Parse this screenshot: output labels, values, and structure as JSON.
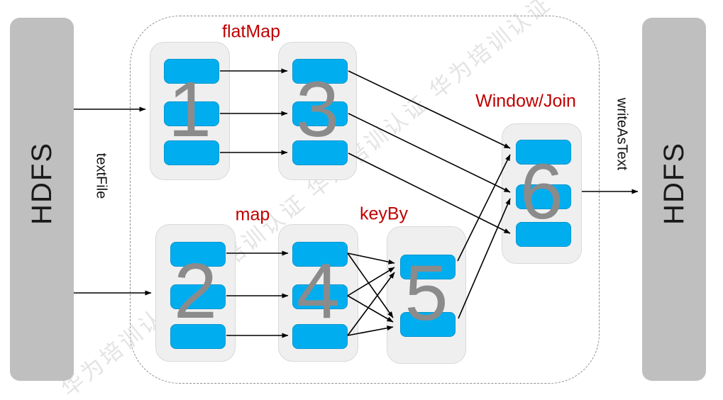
{
  "watermark": {
    "text": "华为培训认证  华为培训认证  华为培训认证  华为培训认证"
  },
  "storage": {
    "source_label": "HDFS",
    "sink_label": "HDFS"
  },
  "edge_labels": {
    "input": "textFile",
    "output": "writeAsText"
  },
  "operator_labels": {
    "flatmap": "flatMap",
    "map": "map",
    "keyby": "keyBy",
    "window_join": "Window/Join"
  },
  "tasks": [
    {
      "number": "1"
    },
    {
      "number": "2"
    },
    {
      "number": "3"
    },
    {
      "number": "4"
    },
    {
      "number": "5"
    },
    {
      "number": "6"
    }
  ],
  "colors": {
    "task_fill": "#00AEEF",
    "container_fill": "#EFEFEF",
    "hdfs_fill": "#BFBFBF",
    "label_red": "#C00000",
    "number_gray": "#8B8B8B",
    "watermark_color": "#CDCDCD"
  },
  "connections": [
    {
      "from": "hdfs-source",
      "to": "task-1",
      "points": [
        104,
        154,
        205,
        154
      ]
    },
    {
      "from": "hdfs-source",
      "to": "task-2",
      "points": [
        104,
        413,
        213,
        413
      ]
    },
    {
      "from": "task-1",
      "to": "task-3",
      "points": [
        310,
        100,
        405,
        100
      ]
    },
    {
      "from": "task-1",
      "to": "task-3",
      "points": [
        310,
        160,
        405,
        160
      ]
    },
    {
      "from": "task-1",
      "to": "task-3",
      "points": [
        310,
        215,
        405,
        215
      ]
    },
    {
      "from": "task-2",
      "to": "task-4",
      "points": [
        319,
        357,
        406,
        357
      ]
    },
    {
      "from": "task-2",
      "to": "task-4",
      "points": [
        319,
        417,
        406,
        417
      ]
    },
    {
      "from": "task-2",
      "to": "task-4",
      "points": [
        319,
        473,
        406,
        473
      ]
    },
    {
      "from": "task-4",
      "to": "task-5",
      "points": [
        490,
        357,
        556,
        371
      ]
    },
    {
      "from": "task-4",
      "to": "task-5",
      "points": [
        490,
        357,
        554,
        448
      ]
    },
    {
      "from": "task-4",
      "to": "task-5",
      "points": [
        490,
        417,
        556,
        377
      ]
    },
    {
      "from": "task-4",
      "to": "task-5",
      "points": [
        490,
        417,
        554,
        454
      ]
    },
    {
      "from": "task-4",
      "to": "task-5",
      "points": [
        490,
        473,
        556,
        384
      ]
    },
    {
      "from": "task-4",
      "to": "task-5",
      "points": [
        490,
        473,
        554,
        461
      ]
    },
    {
      "from": "task-3",
      "to": "task-6",
      "points": [
        491,
        100,
        719,
        209
      ]
    },
    {
      "from": "task-3",
      "to": "task-6",
      "points": [
        491,
        160,
        719,
        271
      ]
    },
    {
      "from": "task-3",
      "to": "task-6",
      "points": [
        491,
        216,
        719,
        329
      ]
    },
    {
      "from": "task-5",
      "to": "task-6",
      "points": [
        645,
        368,
        719,
        218
      ]
    },
    {
      "from": "task-5",
      "to": "task-6",
      "points": [
        646,
        449,
        719,
        280
      ]
    },
    {
      "from": "task-6",
      "to": "hdfs-sink",
      "points": [
        820,
        270,
        899,
        270
      ]
    }
  ]
}
